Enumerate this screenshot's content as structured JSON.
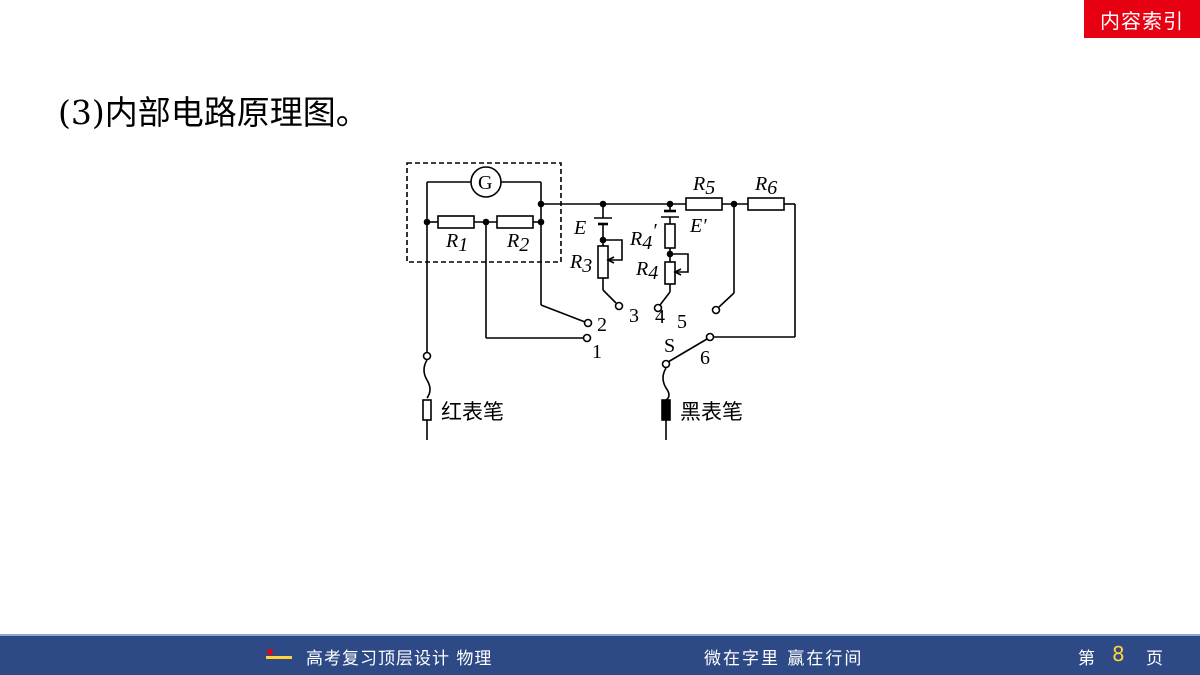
{
  "header": {
    "index_button": "内容索引"
  },
  "heading": "(3)内部电路原理图。",
  "circuit": {
    "galvanometer": "G",
    "resistors": {
      "r1": {
        "base": "R",
        "sub": "1"
      },
      "r2": {
        "base": "R",
        "sub": "2"
      },
      "r3": {
        "base": "R",
        "sub": "3"
      },
      "r4": {
        "base": "R",
        "sub": "4"
      },
      "r4_prime": {
        "base": "R",
        "sub": "4",
        "prime": "′"
      },
      "r5": {
        "base": "R",
        "sub": "5"
      },
      "r6": {
        "base": "R",
        "sub": "6"
      }
    },
    "battery_e": "E",
    "battery_e_prime": "E′",
    "switch_label": "S",
    "terminals": [
      "1",
      "2",
      "3",
      "4",
      "5",
      "6"
    ],
    "red_probe": "红表笔",
    "black_probe": "黑表笔"
  },
  "footer": {
    "course": "高考复习顶层设计 物理",
    "motto": "微在字里 赢在行间",
    "page_prefix": "第",
    "page_number": "8",
    "page_suffix": "页"
  },
  "colors": {
    "accent_red": "#e60012",
    "footer_blue": "#2e4a86",
    "page_num_yellow": "#ffd43b"
  }
}
